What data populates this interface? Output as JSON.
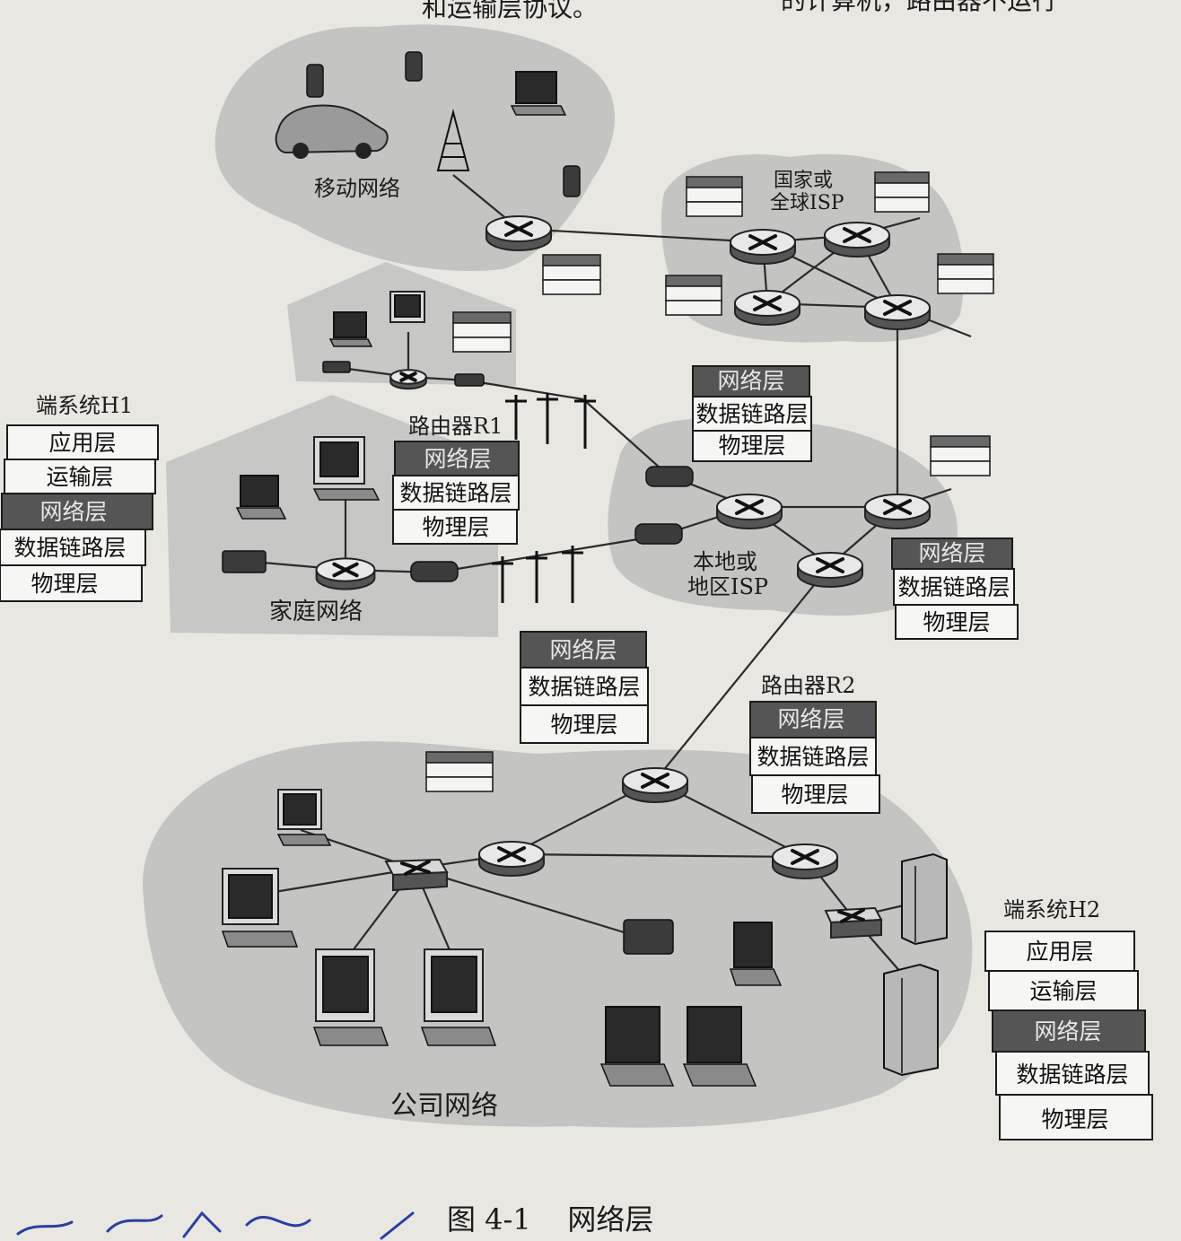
{
  "header_fragment": {
    "left": "和运输层协议。",
    "right": "的计算机，路由器不运行"
  },
  "regions": {
    "mobile": "移动网络",
    "global_isp_line1": "国家或",
    "global_isp_line2": "全球ISP",
    "home": "家庭网络",
    "local_isp_line1": "本地或",
    "local_isp_line2": "地区ISP",
    "enterprise": "公司网络"
  },
  "nodes": {
    "h1": "端系统H1",
    "r1": "路由器R1",
    "r2": "路由器R2",
    "h2": "端系统H2"
  },
  "layers": {
    "application": "应用层",
    "transport": "运输层",
    "network": "网络层",
    "datalink": "数据链路层",
    "physical": "物理层"
  },
  "caption": "图 4-1    网络层",
  "colors": {
    "background": "#e9e7e2",
    "cloud": "#c4c4c2",
    "network_layer_highlight": "#555555"
  }
}
